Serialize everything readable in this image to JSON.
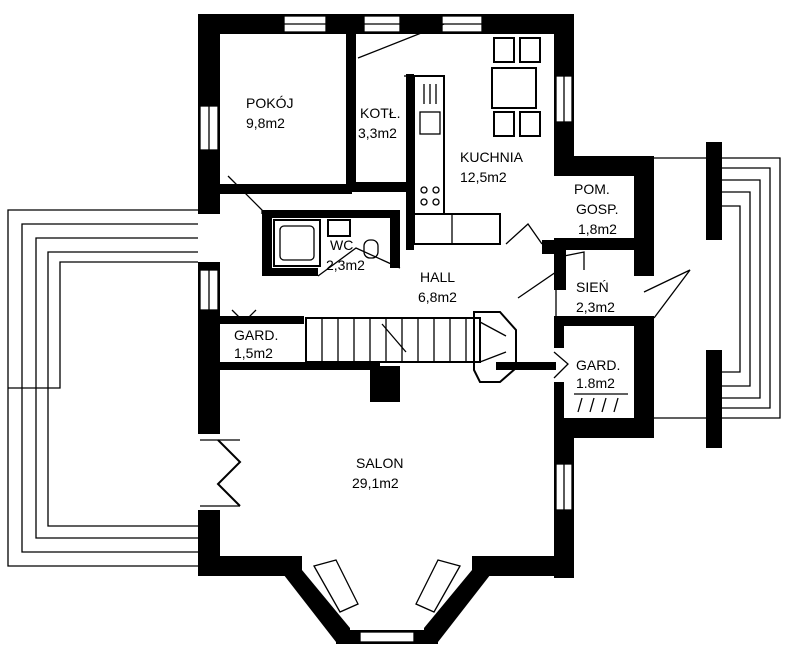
{
  "rooms": [
    {
      "key": "pokoj",
      "name": "POKÓJ",
      "area": "9,8m2"
    },
    {
      "key": "kotl",
      "name": "KOTŁ.",
      "area": "3,3m2"
    },
    {
      "key": "kuchnia",
      "name": "KUCHNIA",
      "area": "12,5m2"
    },
    {
      "key": "pom_gosp",
      "name": "POM.",
      "name2": "GOSP.",
      "area": "1,8m2"
    },
    {
      "key": "wc",
      "name": "WC",
      "area": "2,3m2"
    },
    {
      "key": "hall",
      "name": "HALL",
      "area": "6,8m2"
    },
    {
      "key": "sien",
      "name": "SIEŃ",
      "area": "2,3m2"
    },
    {
      "key": "gard1",
      "name": "GARD.",
      "area": "1,5m2"
    },
    {
      "key": "gard2",
      "name": "GARD.",
      "area": "1.8m2"
    },
    {
      "key": "salon",
      "name": "SALON",
      "area": "29,1m2"
    }
  ]
}
